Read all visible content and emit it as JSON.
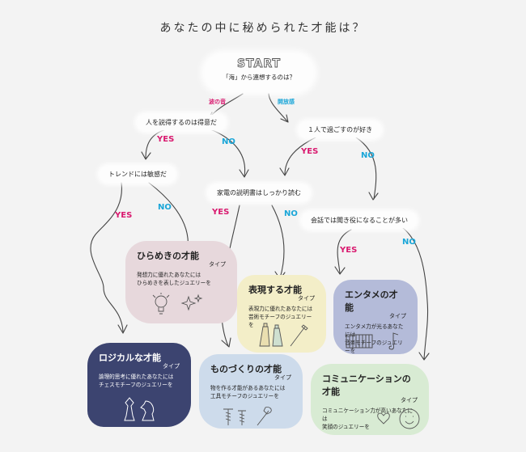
{
  "title": "あなたの中に秘められた才能は？",
  "start": {
    "label": "START",
    "question": "「海」から連想するのは？"
  },
  "start_answers": {
    "left": "波の音",
    "right": "開放感"
  },
  "questions": {
    "persuade": "人を説得するのは得意だ",
    "alone": "１人で過ごすのが好き",
    "trend": "トレンドには敏感だ",
    "manual": "家電の説明書はしっかり読む",
    "listener": "会話では聞き役になることが多い"
  },
  "answers": {
    "yes": "YES",
    "no": "NO"
  },
  "results": {
    "inspiration": {
      "name": "ひらめきの才能",
      "type": "タイプ",
      "desc1": "発想力に優れたあなたには",
      "desc2": "ひらめきを表したジュエリーを",
      "color": "#e7d8dc"
    },
    "expression": {
      "name": "表現する才能",
      "type": "タイプ",
      "desc1": "表現力に優れたあなたには",
      "desc2": "芸術モチーフのジュエリーを",
      "color": "#f3eec8"
    },
    "entertainment": {
      "name": "エンタメの才能",
      "type": "タイプ",
      "desc1": "エンタメ力が光るあなたには",
      "desc2": "音楽モチーフのジュエリーを",
      "color": "#b4bbd9"
    },
    "logical": {
      "name": "ロジカルな才能",
      "type": "タイプ",
      "desc1": "論理的思考に優れたあなたには",
      "desc2": "チェスモチーフのジュエリーを",
      "color": "#3c4470"
    },
    "making": {
      "name": "ものづくりの才能",
      "type": "タイプ",
      "desc1": "物を作る才能があるあなたには",
      "desc2": "工具モチーフのジュエリーを",
      "color": "#cddbeb"
    },
    "communication": {
      "name": "コミュニケーションの才能",
      "type": "タイプ",
      "desc1": "コミュニケーション力が高いあなたには",
      "desc2": "笑顔のジュエリーを",
      "color": "#d8ebd3"
    }
  },
  "icons": [
    "lightbulb-icon",
    "sparkle-icon",
    "paint-tubes-icon",
    "brush-icon",
    "piano-icon",
    "music-note-icon",
    "chess-pieces-icon",
    "screws-icon",
    "wrench-icon",
    "heart-icon",
    "smiling-face-icon"
  ],
  "colors": {
    "yes": "#d9196f",
    "no": "#1aa6d8",
    "line": "#444444"
  }
}
